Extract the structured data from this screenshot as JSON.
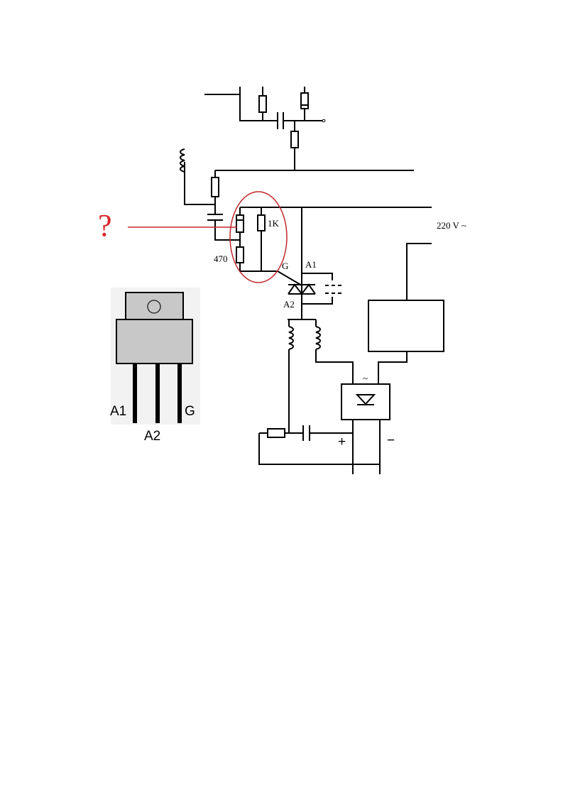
{
  "schematic": {
    "question_mark": "?",
    "resistor_470_label": "470",
    "resistor_1k_label": "1K",
    "gate_label": "G",
    "a1_label": "A1",
    "a2_label": "A2",
    "mains_label": "220 V ~",
    "bridge_ac_label": "~",
    "plus_label": "+",
    "minus_label": "−",
    "highlight_color": "#c0282d"
  },
  "package": {
    "pin_a1": "A1",
    "pin_a2": "A2",
    "pin_g": "G"
  }
}
